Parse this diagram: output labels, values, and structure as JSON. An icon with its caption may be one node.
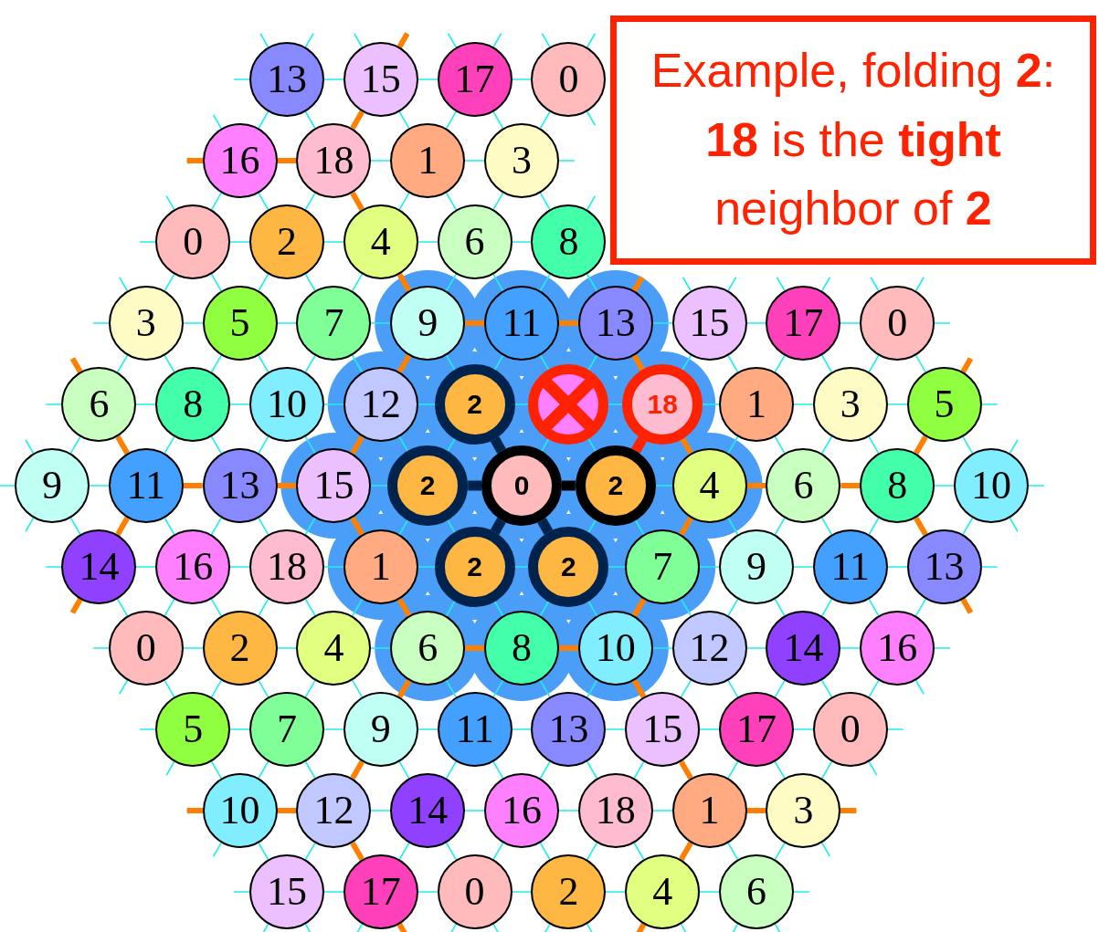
{
  "diagram": {
    "nodes": [
      {
        "text": [
          "13"
        ]
      },
      {
        "text": [
          "15"
        ]
      },
      {
        "text": [
          "17"
        ]
      },
      {
        "text": [
          "0"
        ]
      },
      {
        "text": [
          "16"
        ]
      },
      {
        "text": [
          "18"
        ]
      },
      {
        "text": [
          "1"
        ]
      },
      {
        "text": [
          "3"
        ]
      },
      {
        "text": [
          "0"
        ]
      },
      {
        "text": [
          "2"
        ]
      },
      {
        "text": [
          "4"
        ]
      },
      {
        "text": [
          "6"
        ]
      },
      {
        "text": [
          "8"
        ]
      },
      {
        "text": [
          "3"
        ]
      },
      {
        "text": [
          "5"
        ]
      },
      {
        "text": [
          "7"
        ]
      },
      {
        "text": [
          "9"
        ]
      },
      {
        "text": [
          "11"
        ]
      },
      {
        "text": [
          "13"
        ]
      },
      {
        "text": [
          "15"
        ]
      },
      {
        "text": [
          "17"
        ]
      },
      {
        "text": [
          "0"
        ]
      },
      {
        "text": [
          "6"
        ]
      },
      {
        "text": [
          "8"
        ]
      },
      {
        "text": [
          "10"
        ]
      },
      {
        "text": [
          "12"
        ]
      },
      {
        "text": [
          "2"
        ]
      },
      {
        "text": [],
        "shape": "circle"
      },
      {
        "text": [
          "18"
        ]
      },
      {
        "text": [
          "1"
        ]
      },
      {
        "text": [
          "3"
        ]
      },
      {
        "text": [
          "5"
        ]
      },
      {
        "text": [
          "9"
        ]
      },
      {
        "text": [
          "11"
        ]
      },
      {
        "text": [
          "13"
        ]
      },
      {
        "text": [
          "15"
        ]
      },
      {
        "text": [
          "2"
        ]
      },
      {
        "text": [
          "0"
        ]
      },
      {
        "text": [
          "2"
        ]
      },
      {
        "text": [
          "4"
        ]
      },
      {
        "text": [
          "6"
        ]
      },
      {
        "text": [
          "8"
        ]
      },
      {
        "text": [
          "10"
        ]
      },
      {
        "text": [
          "14"
        ]
      },
      {
        "text": [
          "16"
        ]
      },
      {
        "text": [
          "18"
        ]
      },
      {
        "text": [
          "1"
        ]
      },
      {
        "text": [
          "2"
        ]
      },
      {
        "text": [
          "2"
        ]
      },
      {
        "text": [
          "7"
        ]
      },
      {
        "text": [
          "9"
        ]
      },
      {
        "text": [
          "11"
        ]
      },
      {
        "text": [
          "13"
        ]
      },
      {
        "text": [
          "0"
        ]
      },
      {
        "text": [
          "2"
        ]
      },
      {
        "text": [
          "4"
        ]
      },
      {
        "text": [
          "6"
        ]
      },
      {
        "text": [
          "8"
        ]
      },
      {
        "text": [
          "10"
        ]
      },
      {
        "text": [
          "12"
        ]
      },
      {
        "text": [
          "14"
        ]
      },
      {
        "text": [
          "16"
        ]
      },
      {
        "text": [
          "5"
        ]
      },
      {
        "text": [
          "7"
        ]
      },
      {
        "text": [
          "9"
        ]
      },
      {
        "text": [
          "11"
        ]
      },
      {
        "text": [
          "13"
        ]
      },
      {
        "text": [
          "15"
        ]
      },
      {
        "text": [
          "17"
        ]
      },
      {
        "text": [
          "0"
        ]
      },
      {
        "text": [
          "10"
        ]
      },
      {
        "text": [
          "12"
        ]
      },
      {
        "text": [
          "14"
        ]
      },
      {
        "text": [
          "16"
        ]
      },
      {
        "text": [
          "18"
        ]
      },
      {
        "text": [
          "1"
        ]
      },
      {
        "text": [
          "3"
        ]
      },
      {
        "text": [
          "15"
        ]
      },
      {
        "text": [
          "17"
        ]
      },
      {
        "text": [
          "0"
        ]
      },
      {
        "text": [
          "2"
        ]
      },
      {
        "text": [
          "4"
        ]
      },
      {
        "text": [
          "6"
        ]
      },
      {
        "text": [
          "Example, folding **2**: **18** is the **tight** neighbor of **2**"
        ]
      }
    ],
    "edges": [
      {
        "from": 1,
        "to": 5,
        "arrow": "none"
      },
      {
        "from": 4,
        "to": 5,
        "arrow": "none"
      },
      {
        "from": 5,
        "to": 10,
        "arrow": "none"
      },
      {
        "from": 10,
        "to": 16,
        "arrow": "none"
      },
      {
        "from": 16,
        "to": 17,
        "arrow": "none"
      },
      {
        "from": 17,
        "to": 18,
        "arrow": "none"
      },
      {
        "from": 16,
        "to": 25,
        "arrow": "none"
      },
      {
        "from": 18,
        "to": 28,
        "arrow": "none"
      },
      {
        "from": 22,
        "to": 33,
        "arrow": "none"
      },
      {
        "from": 25,
        "to": 35,
        "arrow": "none"
      },
      {
        "from": 28,
        "to": 39,
        "arrow": "none"
      },
      {
        "from": 31,
        "to": 41,
        "arrow": "none"
      },
      {
        "from": 33,
        "to": 34,
        "arrow": "none"
      },
      {
        "from": 34,
        "to": 35,
        "arrow": "none"
      },
      {
        "from": 39,
        "to": 40,
        "arrow": "none"
      },
      {
        "from": 40,
        "to": 41,
        "arrow": "none"
      },
      {
        "from": 33,
        "to": 43,
        "arrow": "none"
      },
      {
        "from": 35,
        "to": 46,
        "arrow": "none"
      },
      {
        "from": 39,
        "to": 49,
        "arrow": "none"
      },
      {
        "from": 41,
        "to": 52,
        "arrow": "none"
      },
      {
        "from": 46,
        "to": 56,
        "arrow": "none"
      },
      {
        "from": 49,
        "to": 58,
        "arrow": "none"
      },
      {
        "from": 56,
        "to": 57,
        "arrow": "none"
      },
      {
        "from": 57,
        "to": 58,
        "arrow": "none"
      },
      {
        "from": 56,
        "to": 64,
        "arrow": "none"
      },
      {
        "from": 58,
        "to": 67,
        "arrow": "none"
      },
      {
        "from": 64,
        "to": 71,
        "arrow": "none"
      },
      {
        "from": 67,
        "to": 75,
        "arrow": "none"
      },
      {
        "from": 70,
        "to": 71,
        "arrow": "none"
      },
      {
        "from": 75,
        "to": 76,
        "arrow": "none"
      },
      {
        "from": 71,
        "to": 78,
        "arrow": "none"
      },
      {
        "from": 75,
        "to": 81,
        "arrow": "none"
      },
      {
        "from": 37,
        "to": 26,
        "arrow": "none",
        "style": "thick",
        "color": "#00234d"
      },
      {
        "from": 37,
        "to": 36,
        "arrow": "none",
        "style": "thick",
        "color": "#00234d"
      },
      {
        "from": 37,
        "to": 38,
        "arrow": "none",
        "style": "thick",
        "color": "#000000"
      },
      {
        "from": 37,
        "to": 47,
        "arrow": "none",
        "style": "thick",
        "color": "#00234d"
      },
      {
        "from": 37,
        "to": 48,
        "arrow": "none",
        "style": "thick",
        "color": "#00234d"
      },
      {
        "from": 28,
        "to": 38,
        "arrow": "none",
        "style": "thick",
        "color": "#ff2200"
      }
    ]
  }
}
